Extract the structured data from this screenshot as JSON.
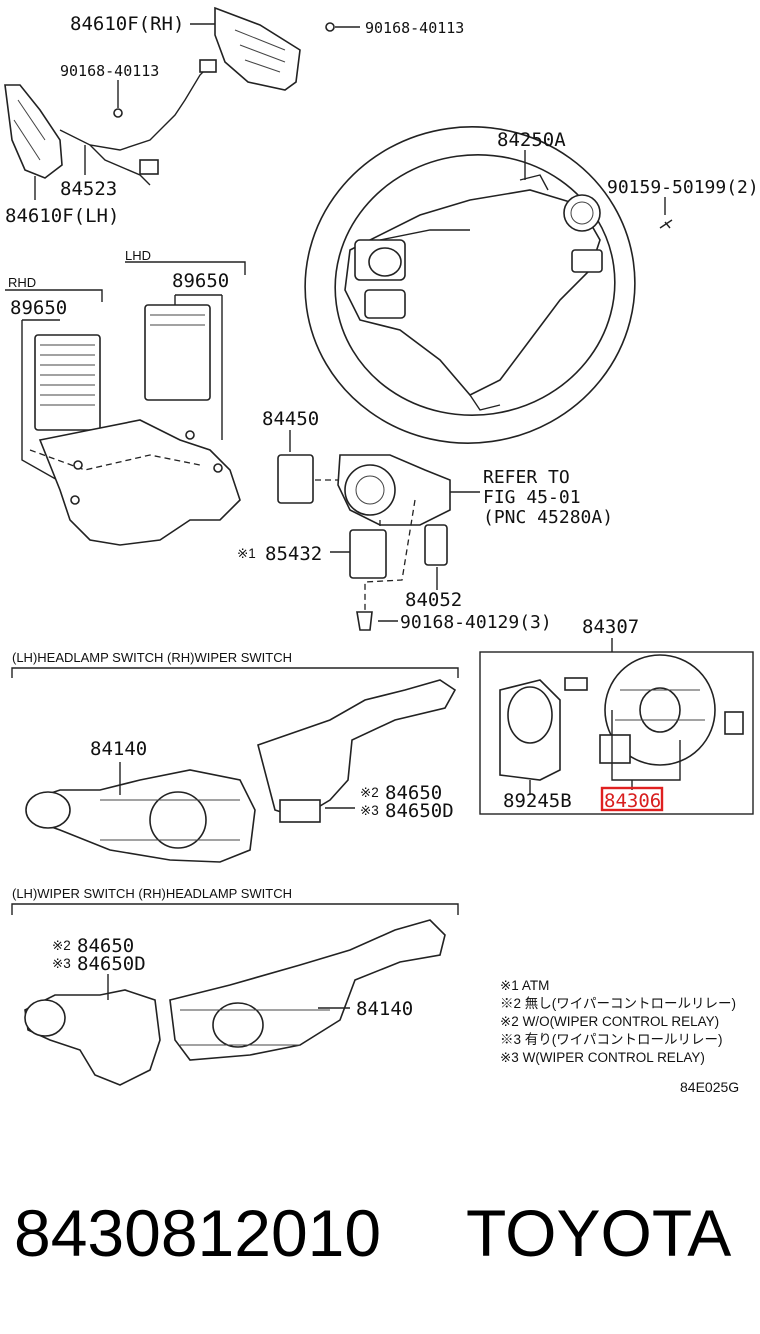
{
  "parts": {
    "p84610F_RH": "84610F(RH)",
    "p90168_top_right": "90168-40113",
    "p90168_top_left": "90168-40113",
    "p84523": "84523",
    "p84610F_LH": "84610F(LH)",
    "p84250A": "84250A",
    "p90159": "90159-50199(2)",
    "rhd": "RHD",
    "lhd": "LHD",
    "p89650_rhd": "89650",
    "p89650_lhd": "89650",
    "p84450": "84450",
    "refer_line1": "REFER TO",
    "refer_line2": "FIG 45-01",
    "refer_line3": "(PNC 45280A)",
    "p85432_mark": "※1",
    "p85432": "85432",
    "p84052": "84052",
    "p90168_40129": "90168-40129(3)",
    "p84307": "84307",
    "p89245B": "89245B",
    "p84306": "84306",
    "section1_title": "(LH)HEADLAMP SWITCH  (RH)WIPER SWITCH",
    "p84140_a": "84140",
    "p84650_a_mark": "※2",
    "p84650_a": "84650",
    "p84650D_a_mark": "※3",
    "p84650D_a": "84650D",
    "section2_title": "(LH)WIPER SWITCH  (RH)HEADLAMP SWITCH",
    "p84650_b_mark": "※2",
    "p84650_b": "84650",
    "p84650D_b_mark": "※3",
    "p84650D_b": "84650D",
    "p84140_b": "84140"
  },
  "notes": [
    "※1 ATM",
    "※2 無し(ワイパーコントロールリレー)",
    "※2 W/O(WIPER CONTROL RELAY)",
    "※3 有り(ワイパコントロールリレー)",
    "※3 W(WIPER CONTROL RELAY)"
  ],
  "diagram_code": "84E025G",
  "footer": {
    "part_number": "8430812010",
    "brand": "TOYOTA"
  },
  "highlight_color": "#e02020"
}
